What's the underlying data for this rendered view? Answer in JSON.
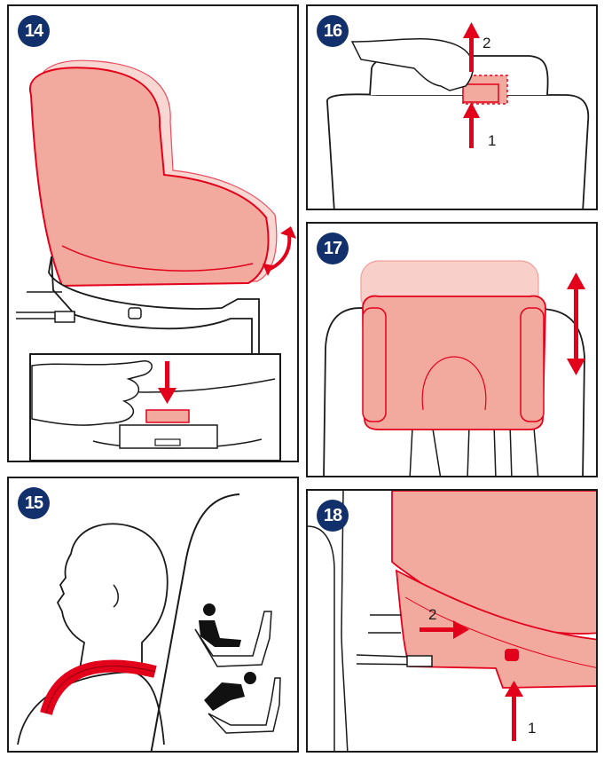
{
  "colors": {
    "badge": "#12306b",
    "accent": "#e3001b",
    "fill": "#f2a99e",
    "line": "#1a1a1a"
  },
  "steps": [
    {
      "number": "14"
    },
    {
      "number": "15"
    },
    {
      "number": "16",
      "arrow_labels": [
        "2",
        "1"
      ]
    },
    {
      "number": "17"
    },
    {
      "number": "18",
      "arrow_labels": [
        "2",
        "1"
      ]
    }
  ]
}
